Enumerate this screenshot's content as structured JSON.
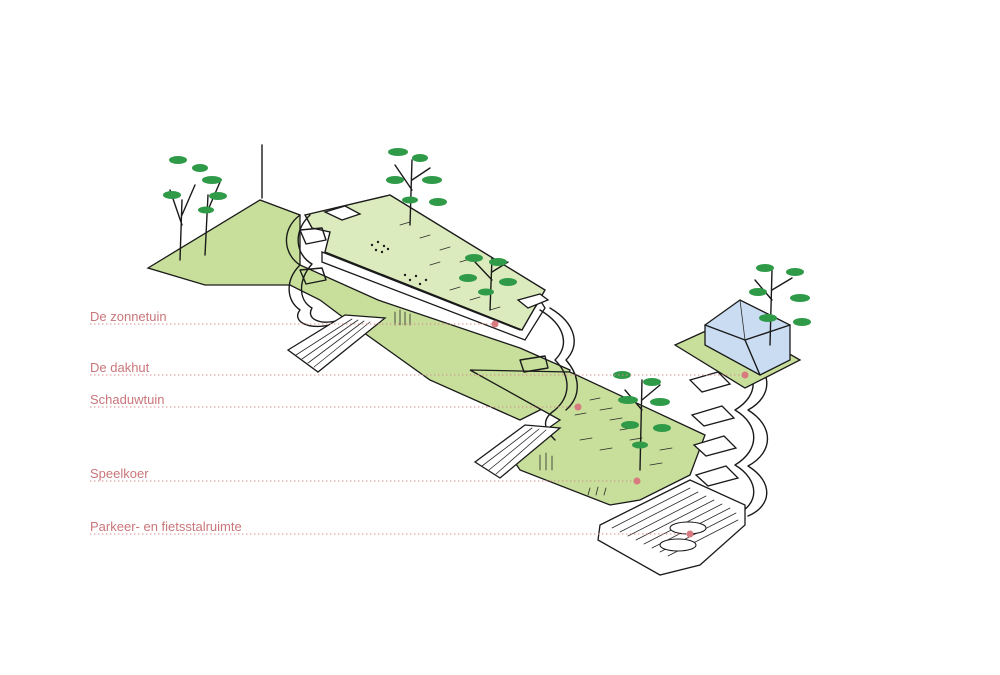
{
  "labels": [
    {
      "id": "zonnetuin",
      "text": "De zonnetuin"
    },
    {
      "id": "dakhut",
      "text": "De dakhut"
    },
    {
      "id": "schaduwtuin",
      "text": "Schaduwtuin"
    },
    {
      "id": "speelkoer",
      "text": "Speelkoer"
    },
    {
      "id": "parkeer",
      "text": "Parkeer- en fietsstalruimte"
    }
  ],
  "colors": {
    "label_text": "#c9767a",
    "leader_line": "#d98a8e",
    "marker": "#d87b80",
    "lawn": "#c7df9b",
    "lawn_light": "#dcebbd",
    "roof_glass": "#c9dcf2",
    "foliage": "#2f9a48",
    "ink": "#1a1a1a"
  }
}
